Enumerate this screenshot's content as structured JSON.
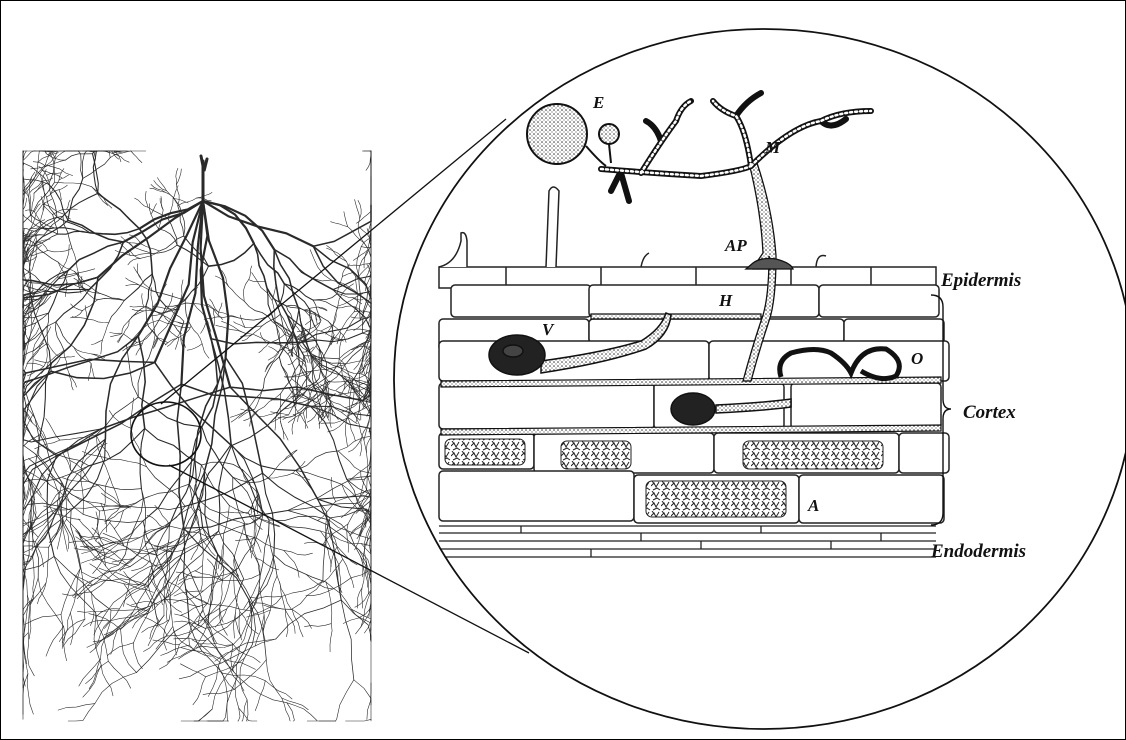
{
  "figure": {
    "structure_labels": {
      "arbuscule": "A",
      "appressorium": "AP",
      "extraradical_spore": "E",
      "intercellular_hypha": "H",
      "extraradical_mycelium": "M",
      "coil": "O",
      "vesicle": "V"
    },
    "tissue_labels": {
      "epidermis": "Epidermis",
      "cortex": "Cortex",
      "endodermis": "Endodermis"
    }
  }
}
